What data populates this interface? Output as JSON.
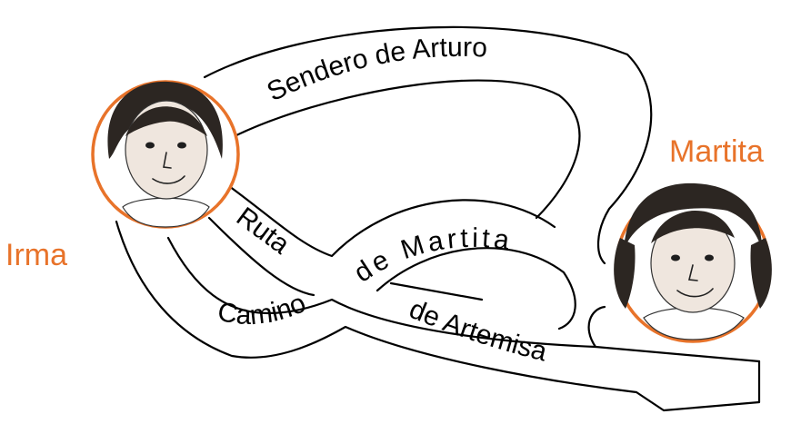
{
  "people": {
    "irma": {
      "name": "Irma"
    },
    "martita": {
      "name": "Martita"
    }
  },
  "paths": {
    "arturo": "Sendero de Arturo",
    "ruta": "Ruta",
    "ruta_martita": "de Martita",
    "camino": "Camino",
    "camino_artemisa": "de Artemisa"
  },
  "colors": {
    "accent": "#e8732a",
    "lines": "#000000"
  }
}
